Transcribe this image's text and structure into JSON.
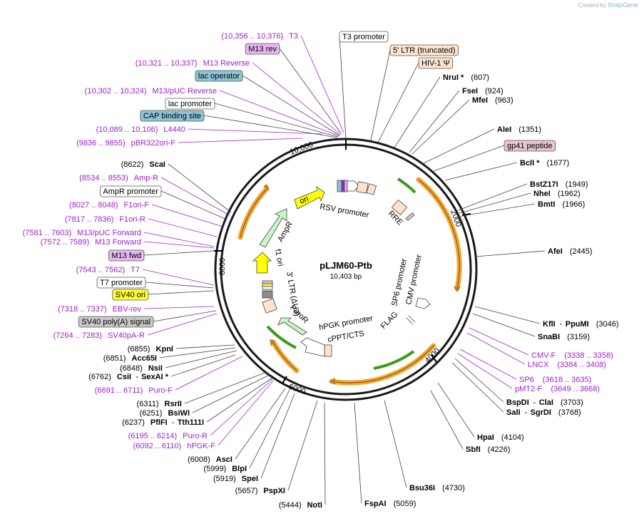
{
  "brand": {
    "created_by": "Created by",
    "product": "SnapGene"
  },
  "plasmid": {
    "name": "pLJM60-Ptb",
    "size": "10,403 bp"
  },
  "ticks": [
    "10,000",
    "2000",
    "4000",
    "6000",
    "8000"
  ],
  "inner_features": {
    "rsv_promoter": "RSV promoter",
    "rre": "RRE",
    "sp6_promoter": "SP6 promoter",
    "cmv_promoter": "CMV promoter",
    "flag": "FLAG",
    "hpgk_promoter": "hPGK promoter",
    "cppt_cts": "cPPT/CTS",
    "puror": "PuroR",
    "ltr": "3' LTR (ΔU3)",
    "f1_ori": "f1 ori",
    "ampr": "AmpR",
    "ori": "ori"
  },
  "right_labels": [
    {
      "id": "t3-promoter",
      "text": "T3 promoter",
      "type": "box",
      "bg": "#ffffff",
      "border": "#555555"
    },
    {
      "id": "ltr-truncated",
      "text": "5' LTR (truncated)",
      "type": "box",
      "bg": "#fde3cc",
      "border": "#555555"
    },
    {
      "id": "hiv1-psi",
      "text": "HIV-1 Ψ",
      "type": "box",
      "bg": "#fde3cc",
      "border": "#555555"
    },
    {
      "id": "nrui",
      "enzyme": "NruI *",
      "pos": "(607)"
    },
    {
      "id": "fsei",
      "enzyme": "FseI",
      "pos": "(924)"
    },
    {
      "id": "mfei",
      "enzyme": "MfeI",
      "pos": "(963)"
    },
    {
      "id": "alei",
      "enzyme": "AleI",
      "pos": "(1351)"
    },
    {
      "id": "gp41",
      "text": "gp41 peptide",
      "type": "box",
      "bg": "#e8c6cf",
      "border": "#555555"
    },
    {
      "id": "bcli",
      "enzyme": "BclI *",
      "pos": "(1677)"
    },
    {
      "id": "bstz17i",
      "enzyme": "BstZ17I",
      "pos": "(1949)"
    },
    {
      "id": "nhei",
      "enzyme": "NheI",
      "pos": "(1962)"
    },
    {
      "id": "bmti",
      "enzyme": "BmtI",
      "pos": "(1966)"
    },
    {
      "id": "afei",
      "enzyme": "AfeI",
      "pos": "(2445)"
    },
    {
      "id": "kfli",
      "enzyme": "KflI",
      "mid": "PpuMI",
      "pos": "(3046)"
    },
    {
      "id": "snabi",
      "enzyme": "SnaBI",
      "pos": "(3159)"
    },
    {
      "id": "cmv-f",
      "primer": "CMV-F",
      "pos": "(3338 .. 3358)"
    },
    {
      "id": "lncx",
      "primer": "LNCX",
      "pos": "(3384 .. 3408)"
    },
    {
      "id": "sp6",
      "primer": "SP6",
      "pos": "(3618 .. 3635)"
    },
    {
      "id": "pmt2-f",
      "primer": "pMT2-F",
      "pos": "(3649 .. 3668)"
    },
    {
      "id": "bspdi",
      "enzyme": "BspDI",
      "mid": "ClaI",
      "pos": "(3703)"
    },
    {
      "id": "sali",
      "enzyme": "SalI",
      "mid": "SgrDI",
      "pos": "(3768)"
    },
    {
      "id": "hpai",
      "enzyme": "HpaI",
      "pos": "(4104)"
    },
    {
      "id": "sbfi",
      "enzyme": "SbfI",
      "pos": "(4226)"
    },
    {
      "id": "bsu36i",
      "enzyme": "Bsu36I",
      "pos": "(4730)"
    },
    {
      "id": "fspai",
      "enzyme": "FspAI",
      "pos": "(5059)"
    }
  ],
  "left_labels": [
    {
      "id": "t3-primer",
      "primer": "T3",
      "pos": "(10,356 .. 10,376)"
    },
    {
      "id": "m13rev",
      "text": "M13 rev",
      "type": "box",
      "bg": "#e7b8f0",
      "border": "#555555"
    },
    {
      "id": "m13-reverse",
      "primer": "M13 Reverse",
      "pos": "(10,321 .. 10,337)"
    },
    {
      "id": "lac-operator",
      "text": "lac operator",
      "type": "box",
      "bg": "#8cc4d6",
      "border": "#555555"
    },
    {
      "id": "m13-puc-rev",
      "primer": "M13/pUC Reverse",
      "pos": "(10,302 .. 10,324)"
    },
    {
      "id": "lac-promoter",
      "text": "lac promoter",
      "type": "box",
      "bg": "#ffffff",
      "border": "#555555"
    },
    {
      "id": "cap-site",
      "text": "CAP binding site",
      "type": "box",
      "bg": "#8cc4d6",
      "border": "#555555"
    },
    {
      "id": "l4440",
      "primer": "L4440",
      "pos": "(10,089 .. 10,106)"
    },
    {
      "id": "pbr322ori-f",
      "primer": "pBR322ori-F",
      "pos": "(9836 .. 9855)"
    },
    {
      "id": "scai",
      "enzyme": "ScaI",
      "pos": "(8622)"
    },
    {
      "id": "amp-r",
      "primer": "Amp-R",
      "pos": "(8534 .. 8553)"
    },
    {
      "id": "ampr-promoter",
      "text": "AmpR promoter",
      "type": "box",
      "bg": "#ffffff",
      "border": "#555555"
    },
    {
      "id": "f1ori-f",
      "primer": "F1ori-F",
      "pos": "(8027 .. 8048)"
    },
    {
      "id": "f1ori-r",
      "primer": "F1ori-R",
      "pos": "(7817 .. 7836)"
    },
    {
      "id": "m13-puc-fwd",
      "primer": "M13/pUC Forward",
      "pos": "(7581 .. 7603)"
    },
    {
      "id": "m13-forward",
      "primer": "M13 Forward",
      "pos": "(7572 .. 7589)"
    },
    {
      "id": "m13fwd",
      "text": "M13 fwd",
      "type": "box",
      "bg": "#e7b8f0",
      "border": "#555555"
    },
    {
      "id": "t7-primer",
      "primer": "T7",
      "pos": "(7543 .. 7562)"
    },
    {
      "id": "t7-promoter",
      "text": "T7 promoter",
      "type": "box",
      "bg": "#ffffff",
      "border": "#555555"
    },
    {
      "id": "sv40-ori",
      "text": "SV40 ori",
      "type": "box",
      "bg": "#ffff33",
      "border": "#555555"
    },
    {
      "id": "ebv-rev",
      "primer": "EBV-rev",
      "pos": "(7318 .. 7337)"
    },
    {
      "id": "sv40-polya",
      "text": "SV40 poly(A) signal",
      "type": "box",
      "bg": "#c8c8c8",
      "border": "#555555"
    },
    {
      "id": "sv40pa-r",
      "primer": "SV40pA-R",
      "pos": "(7264 .. 7283)"
    },
    {
      "id": "kpni",
      "enzyme": "KpnI",
      "pos": "(6855)"
    },
    {
      "id": "acc65i",
      "enzyme": "Acc65I",
      "pos": "(6851)"
    },
    {
      "id": "nsii",
      "enzyme": "NsiI",
      "pos": "(6848)"
    },
    {
      "id": "csii",
      "enzyme": "CsiI",
      "mid": "SexAI *",
      "pos": "(6762)"
    },
    {
      "id": "puro-f",
      "primer": "Puro-F",
      "pos": "(6691 .. 6711)"
    },
    {
      "id": "rsrii",
      "enzyme": "RsrII",
      "pos": "(6311)"
    },
    {
      "id": "bsiwi",
      "enzyme": "BsiWI",
      "pos": "(6251)"
    },
    {
      "id": "pflfi",
      "enzyme": "PflFI",
      "mid": "Tth111I",
      "pos": "(6237)"
    },
    {
      "id": "puro-r",
      "primer": "Puro-R",
      "pos": "(6195 .. 6214)"
    },
    {
      "id": "hpgk-f",
      "primer": "hPGK-F",
      "pos": "(6092 .. 6110)"
    },
    {
      "id": "asci",
      "enzyme": "AscI",
      "pos": "(6008)"
    },
    {
      "id": "blpi",
      "enzyme": "BlpI",
      "pos": "(5999)"
    },
    {
      "id": "spei",
      "enzyme": "SpeI",
      "pos": "(5919)"
    },
    {
      "id": "pspxi",
      "enzyme": "PspXI",
      "pos": "(5657)"
    },
    {
      "id": "noti",
      "enzyme": "NotI",
      "pos": "(5444)"
    }
  ]
}
